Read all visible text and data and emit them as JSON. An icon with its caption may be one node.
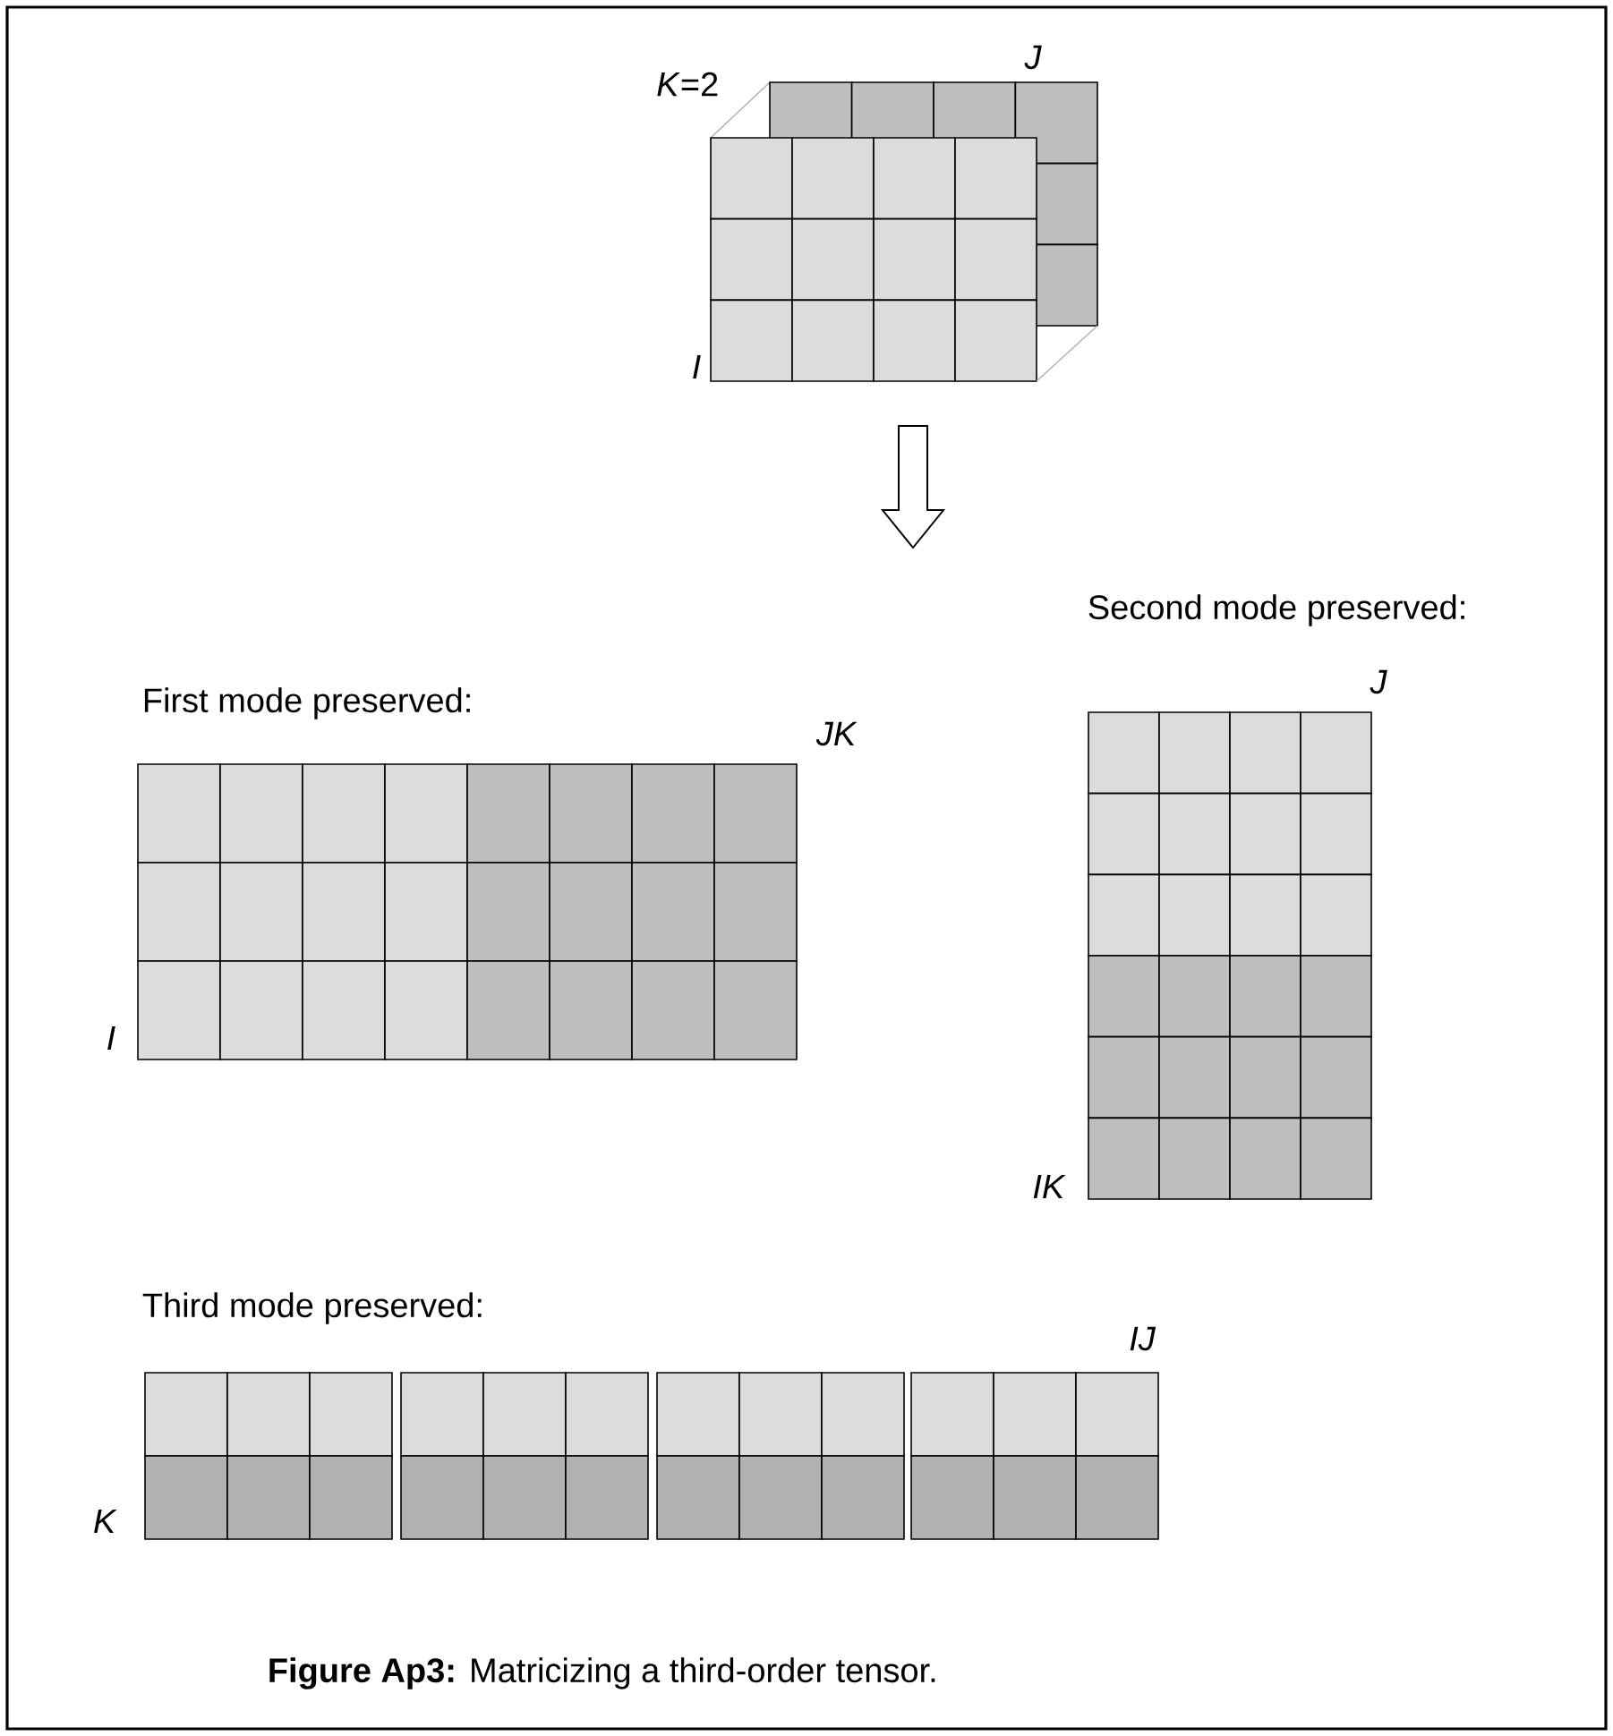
{
  "diagram": {
    "caption": "**Figure Ap3:** Matricizing a third-order tensor.",
    "labels": [
      "J",
      "*K*=2",
      "I",
      "Second mode preserved:",
      "J",
      "First mode preserved:",
      "JK",
      "I",
      "IK",
      "Third mode preserved:",
      "IJ",
      "K"
    ]
  }
}
